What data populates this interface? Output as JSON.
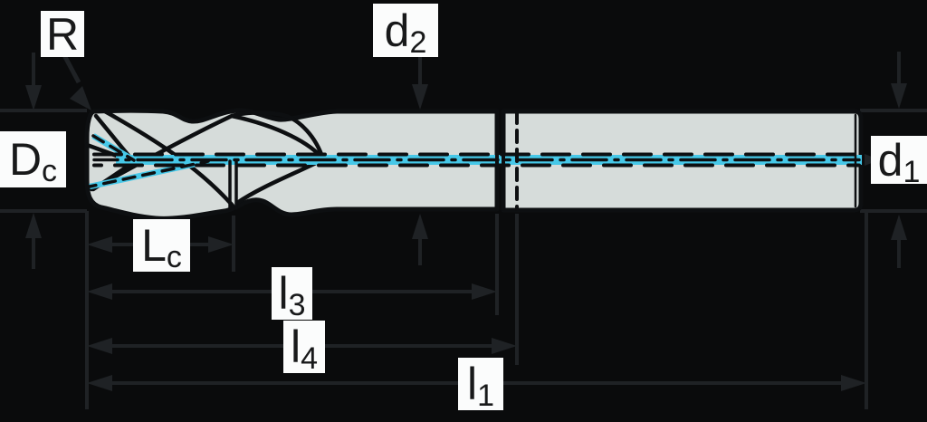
{
  "labels": {
    "r": {
      "main": "R",
      "sub": ""
    },
    "d2": {
      "main": "d",
      "sub": "2"
    },
    "dc": {
      "main": "D",
      "sub": "c"
    },
    "d1": {
      "main": "d",
      "sub": "1"
    },
    "lc": {
      "main": "L",
      "sub": "c"
    },
    "l3": {
      "main": "l",
      "sub": "3"
    },
    "l4": {
      "main": "l",
      "sub": "4"
    },
    "l1": {
      "main": "l",
      "sub": "1"
    }
  },
  "colors": {
    "background": "#0a0b0c",
    "tool_fill": "#d6dcda",
    "outline": "#0d0f11",
    "coolant": "#46c8e8",
    "dimension": "#1f2225",
    "label_bg": "#fbfcfc",
    "label_text": "#18191a"
  }
}
